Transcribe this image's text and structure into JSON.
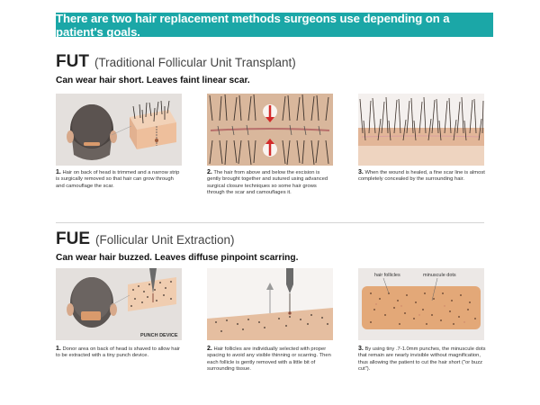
{
  "banner": "There are two hair replacement methods surgeons use depending on a patient's goals.",
  "fut": {
    "abbr": "FUT",
    "full": "(Traditional Follicular Unit Transplant)",
    "tagline": "Can wear hair short. Leaves faint linear scar.",
    "steps": [
      {
        "num": "1.",
        "text": "Hair on back of head  is trimmed and a narrow strip is surgically removed so that hair can grow through and camouflage the scar."
      },
      {
        "num": "2.",
        "text": "The hair from above and below the excision is gently brought together and sutured using advanced surgical closure techniques so some hair grows through the scar and camouflages it."
      },
      {
        "num": "3.",
        "text": "When the wound is healed, a fine scar line is almost completely concealed by the surrounding hair."
      }
    ]
  },
  "fue": {
    "abbr": "FUE",
    "full": "(Follicular Unit Extraction)",
    "tagline": "Can wear hair buzzed. Leaves diffuse pinpoint scarring.",
    "punch_label": "PUNCH DEVICE",
    "follicles_label": "hair follicles",
    "dots_label": "minuscule dots",
    "steps": [
      {
        "num": "1.",
        "text": "Donor area on back of head is shaved to allow hair to be extracted with a tiny punch device."
      },
      {
        "num": "2.",
        "text": "Hair follicles are individually selected with proper spacing to avoid any visible thinning or scarring. Then each follicle is gently removed with a little bit of surrounding tissue."
      },
      {
        "num": "3.",
        "text": "By using tiny .7-1.0mm punches, the minuscule dots that remain are nearly invisible without magnification, thus allowing the patient to cut the hair short (\"or buzz cut\")."
      }
    ]
  },
  "colors": {
    "banner": "#1ba7a7",
    "skin": "#e9c3a3",
    "hair": "#3a3330",
    "red": "#d32a2a"
  }
}
